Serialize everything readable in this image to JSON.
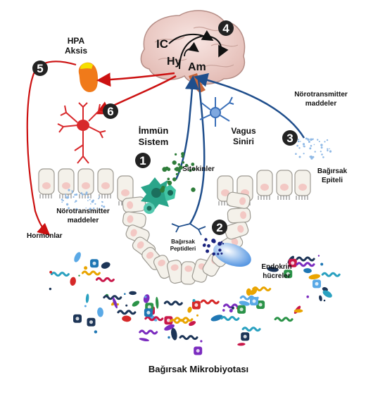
{
  "labels": {
    "brain_ic": "IC",
    "brain_hy": "Hy",
    "brain_am": "Am",
    "hpa_line1": "HPA",
    "hpa_line2": "Aksis",
    "immune_line1": "İmmün",
    "immune_line2": "Sistem",
    "vagus_line1": "Vagus",
    "vagus_line2": "Siniri",
    "neuro_top_line1": "Nörotransmitter",
    "neuro_top_line2": "maddeler",
    "neuro_left_line1": "Nörotransmitter",
    "neuro_left_line2": "maddeler",
    "cytokines": "Sitokinler",
    "gut_epithelium_line1": "Bağırsak",
    "gut_epithelium_line2": "Epiteli",
    "gut_peptides_line1": "Bağırsak",
    "gut_peptides_line2": "Peptidleri",
    "endocrine_line1": "Endokrin",
    "endocrine_line2": "hücreler",
    "hormones": "Hormonlar",
    "microbiota": "Bağırsak Mikrobiyotası"
  },
  "badges": [
    "1",
    "2",
    "3",
    "4",
    "5",
    "6"
  ],
  "colors": {
    "red_pathway": "#cc1111",
    "blue_pathway": "#1f4e8c",
    "immune_cell": "#2aa58a",
    "brain": "#f2d9d5",
    "hpa_gland": "#f07a1a",
    "hpa_cap": "#f5e000",
    "neuron_red": "#d8282b",
    "badge": "#222222",
    "epithelium": "#f4f1ea"
  }
}
